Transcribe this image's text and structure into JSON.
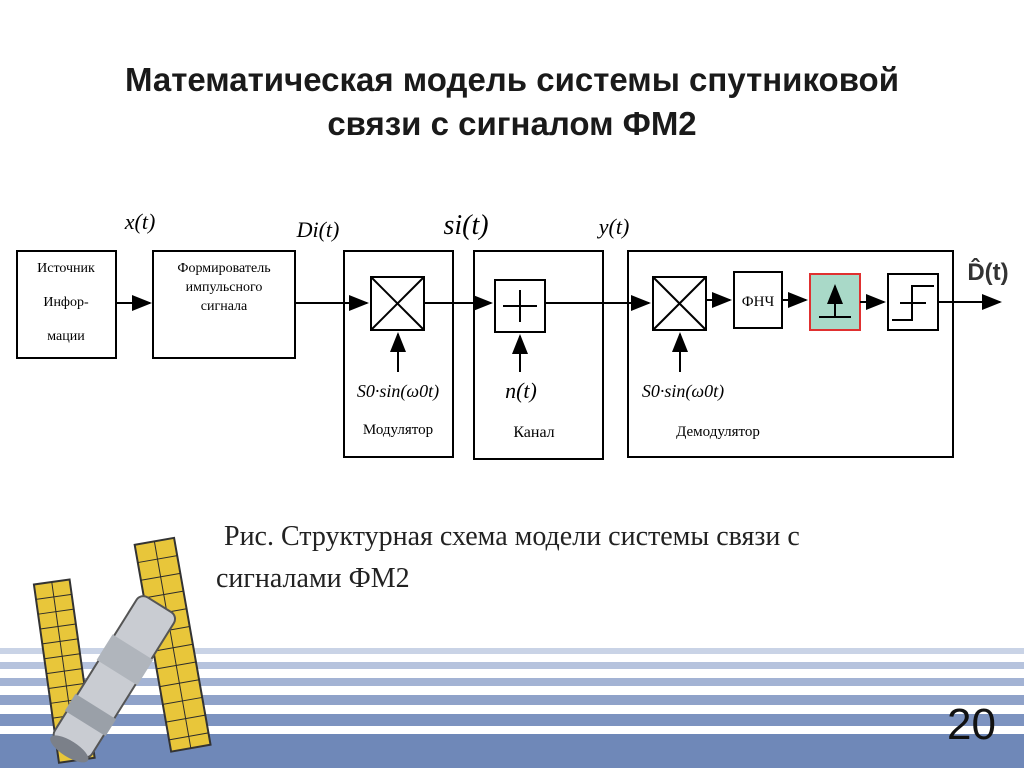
{
  "slide": {
    "title_line1": "Математическая модель системы спутниковой",
    "title_line2": "связи с сигналом ФМ2",
    "page_number": "20"
  },
  "diagram": {
    "source_lines": [
      "Источник",
      "Инфор-",
      "мации"
    ],
    "shaper_lines": [
      "Формирователь",
      "импульсного",
      "сигнала"
    ],
    "modulator_label": "Модулятор",
    "channel_label": "Канал",
    "demodulator_label": "Демодулятор",
    "lpf_label": "ФНЧ",
    "signals": {
      "x": "x(t)",
      "d": "Di(t)",
      "s": "si(t)",
      "y": "y(t)",
      "dhat": "D̂(t)",
      "n": "n(t)",
      "carrier_mod": "S0·sin(ω0t)",
      "carrier_demod": "S0·sin(ω0t)"
    },
    "colors": {
      "highlight_fill": "#a9d9c8",
      "highlight_border": "#e03030",
      "line": "#000000"
    }
  },
  "caption": {
    "line1": "Рис. Структурная схема модели системы связи с",
    "line2": "сигналами ФМ2"
  }
}
